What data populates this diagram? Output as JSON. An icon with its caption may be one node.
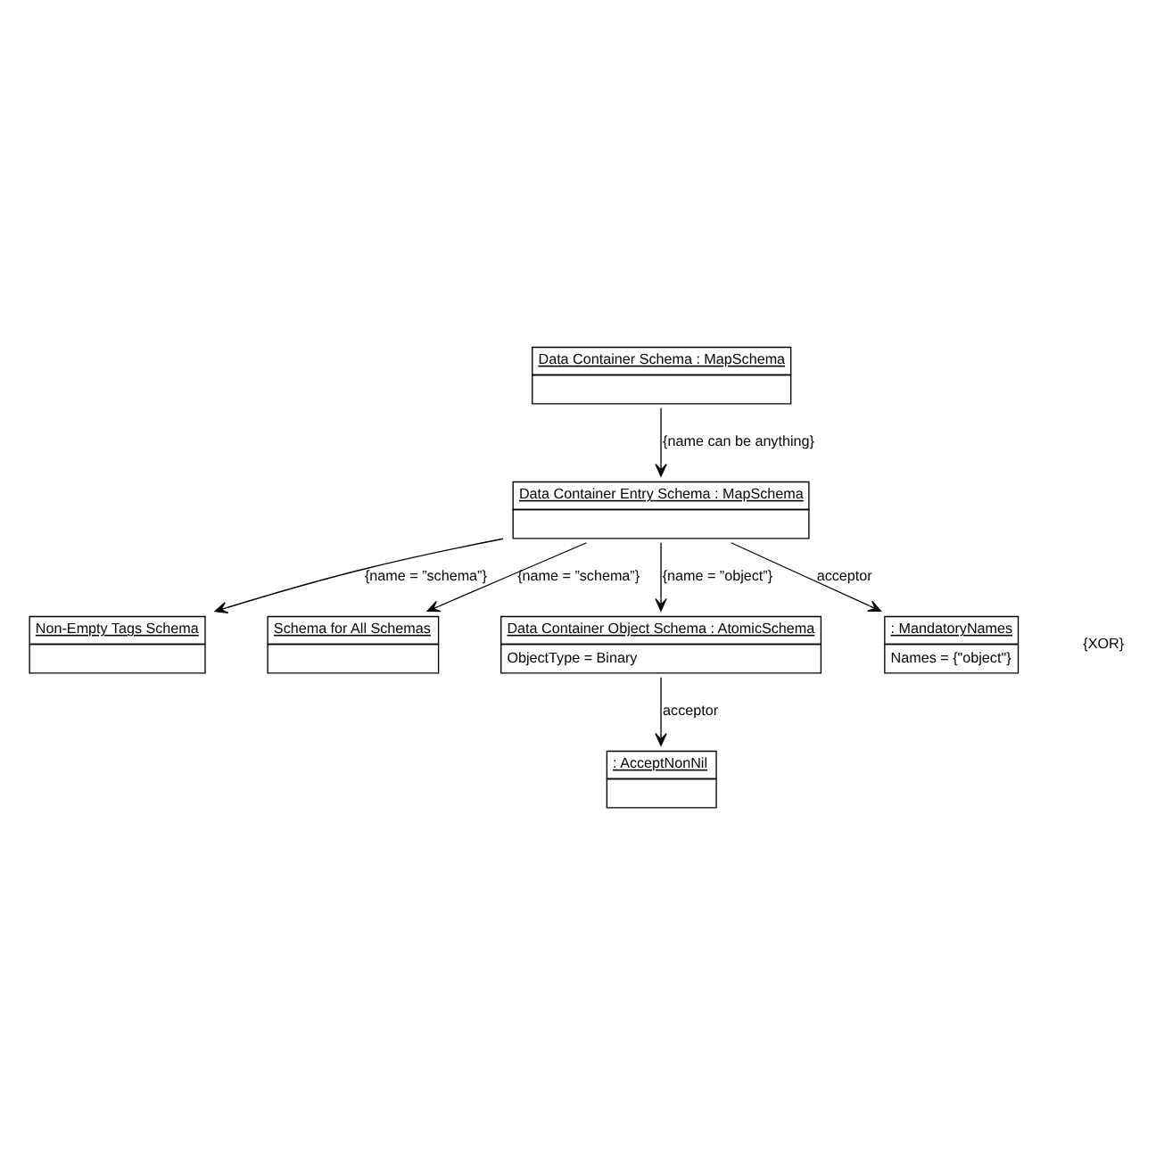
{
  "diagram": {
    "nodes": [
      {
        "text": [
          "Data Container Schema : MapSchema"
        ]
      },
      {
        "text": [
          "Data Container Entry Schema : MapSchema"
        ]
      },
      {
        "text": [
          "Non-Empty Tags Schema"
        ]
      },
      {
        "text": [
          "Schema for All Schemas"
        ]
      },
      {
        "text": [
          "Data Container Object Schema : AtomicSchema",
          "ObjectType = Binary"
        ]
      },
      {
        "text": [
          ": AcceptNonNil"
        ]
      },
      {
        "text": [
          ": MandatoryNames",
          "Names = {\"object\"}"
        ]
      }
    ],
    "edges": [
      {
        "from": 0,
        "to": 1,
        "arrow": "to",
        "label": "{name can be anything}"
      },
      {
        "from": 1,
        "to": 2,
        "arrow": "to",
        "label": "{name = ”schema”}"
      },
      {
        "from": 1,
        "to": 3,
        "arrow": "to",
        "label": "{name = ”schema”}"
      },
      {
        "from": 1,
        "to": 4,
        "arrow": "to",
        "label": "{name = ”object”}"
      },
      {
        "from": 4,
        "to": 5,
        "arrow": "to",
        "label": "acceptor"
      },
      {
        "from": 1,
        "to": 6,
        "arrow": "to",
        "label": "acceptor"
      }
    ],
    "labels": [
      "{XOR}"
    ]
  }
}
